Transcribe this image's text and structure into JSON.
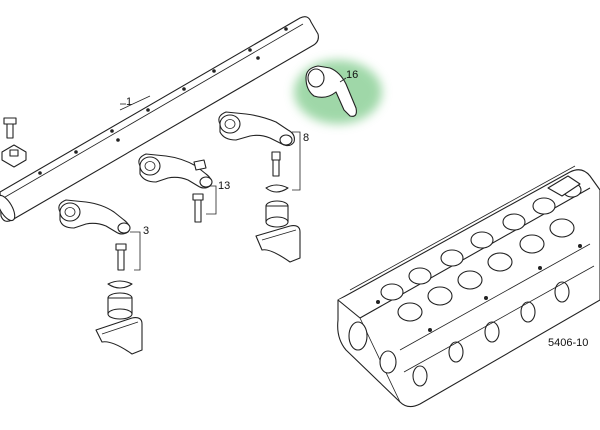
{
  "labels": {
    "part_1": "1",
    "part_3": "3",
    "part_8": "8",
    "part_13": "13",
    "part_16": "16"
  },
  "reference_code": "5406-10",
  "colors": {
    "highlight": "#8fd19a",
    "line": "#222222",
    "background": "#ffffff"
  }
}
